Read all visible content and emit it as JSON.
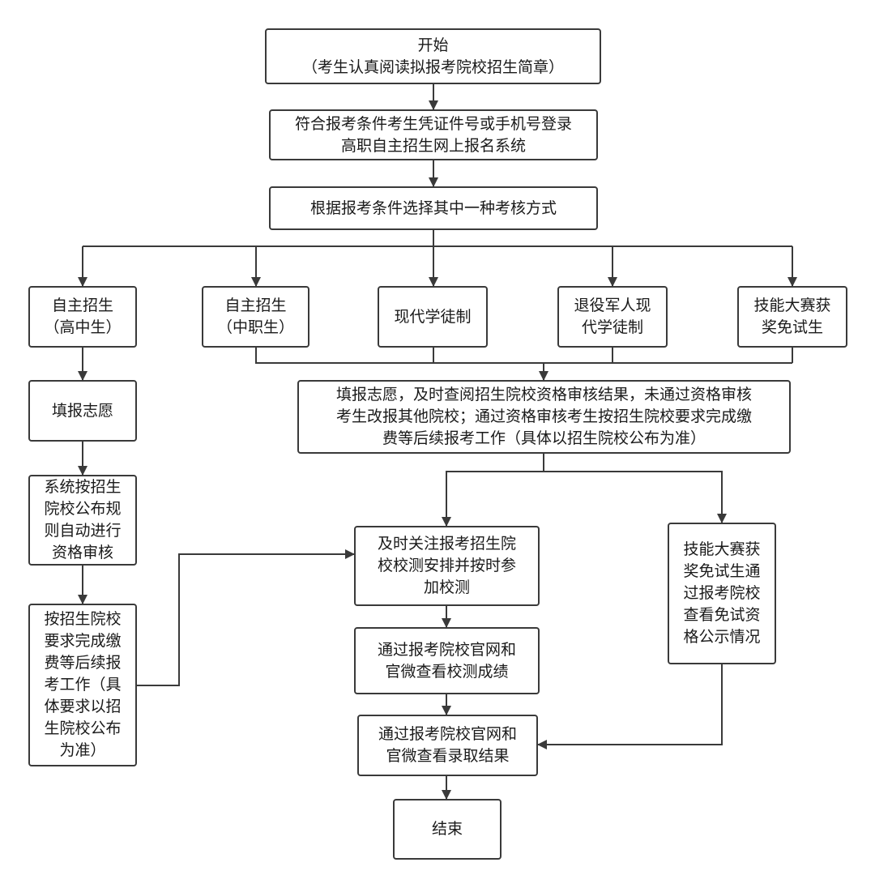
{
  "nodes": {
    "start": "开始\n（考生认真阅读拟报考院校招生简章）",
    "login": "符合报考条件考生凭证件号或手机号登录\n高职自主招生网上报名系统",
    "choose": "根据报考条件选择其中一种考核方式",
    "route_hs": "自主招生\n（高中生）",
    "route_vs": "自主招生\n（中职生）",
    "route_app": "现代学徒制",
    "route_vet": "退役军人现\n代学徒制",
    "route_skill": "技能大赛获\n奖免试生",
    "fill_hs": "填报志愿",
    "auto_review": "系统按招生\n院校公布规\n则自动进行\n资格审核",
    "pay_hs": "按招生院校\n要求完成缴\n费等后续报\n考工作（具\n体要求以招\n生院校公布\n为准）",
    "fill_common": "填报志愿，及时查阅招生院校资格审核结果，未通过资格审核\n考生改报其他院校；通过资格审核考生按招生院校要求完成缴\n费等后续报考工作（具体以招生院校公布为准）",
    "test_notice": "及时关注报考招生院\n校校测安排并按时参\n加校测",
    "check_score": "通过报考院校官网和\n官微查看校测成绩",
    "check_result": "通过报考院校官网和\n官微查看录取结果",
    "skill_public": "技能大赛获\n奖免试生通\n过报考院校\n查看免试资\n格公示情况",
    "end": "结束"
  },
  "colors": {
    "stroke": "#3a3a3a",
    "text": "#1a1a1a",
    "fill": "#ffffff"
  }
}
